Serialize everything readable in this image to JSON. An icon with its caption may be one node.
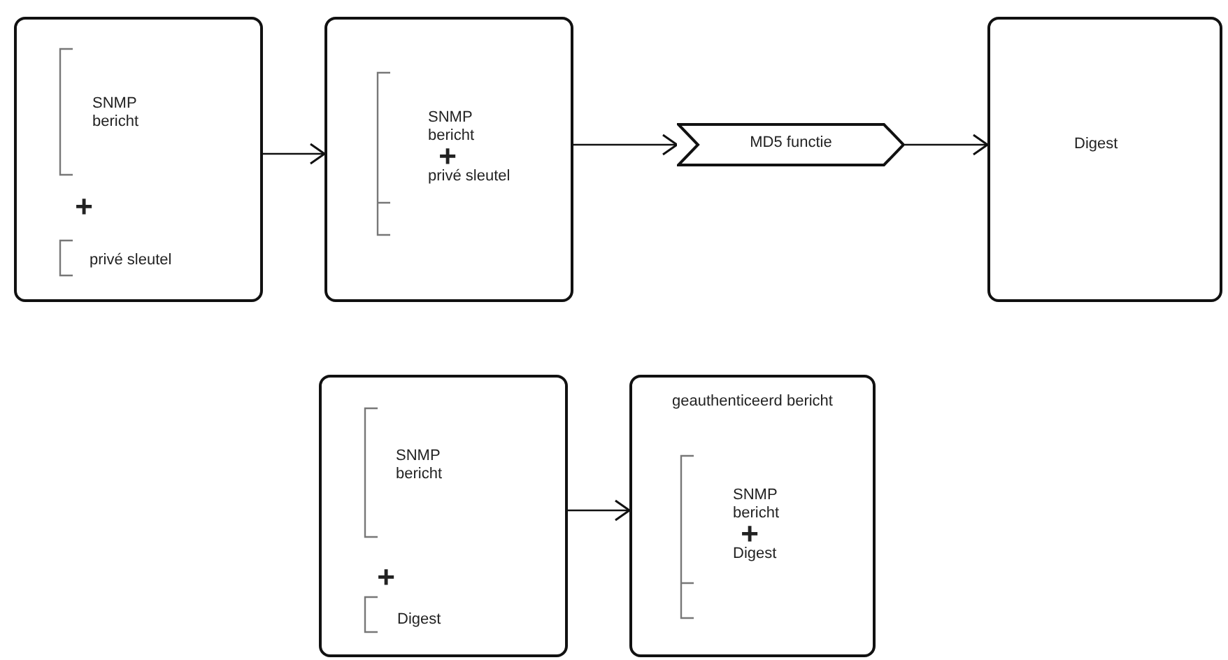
{
  "diagram": {
    "nodes": [
      {
        "text": [
          "SNMP bericht",
          "+",
          "privé sleutel"
        ]
      },
      {
        "text": [
          "SNMP bericht",
          "+",
          "privé sleutel"
        ]
      },
      {
        "text": [
          "MD5 functie"
        ]
      },
      {
        "text": [
          "Digest"
        ]
      },
      {
        "text": [
          "SNMP bericht",
          "+",
          "Digest"
        ]
      },
      {
        "text": [
          "geauthenticeerd bericht",
          "SNMP bericht",
          "+",
          "Digest"
        ]
      }
    ],
    "edges": [
      {
        "from": 0,
        "to": 1,
        "arrow": "to"
      },
      {
        "from": 1,
        "to": 2,
        "arrow": "to"
      },
      {
        "from": 2,
        "to": 3,
        "arrow": "to"
      },
      {
        "from": 4,
        "to": 5,
        "arrow": "to"
      }
    ]
  }
}
